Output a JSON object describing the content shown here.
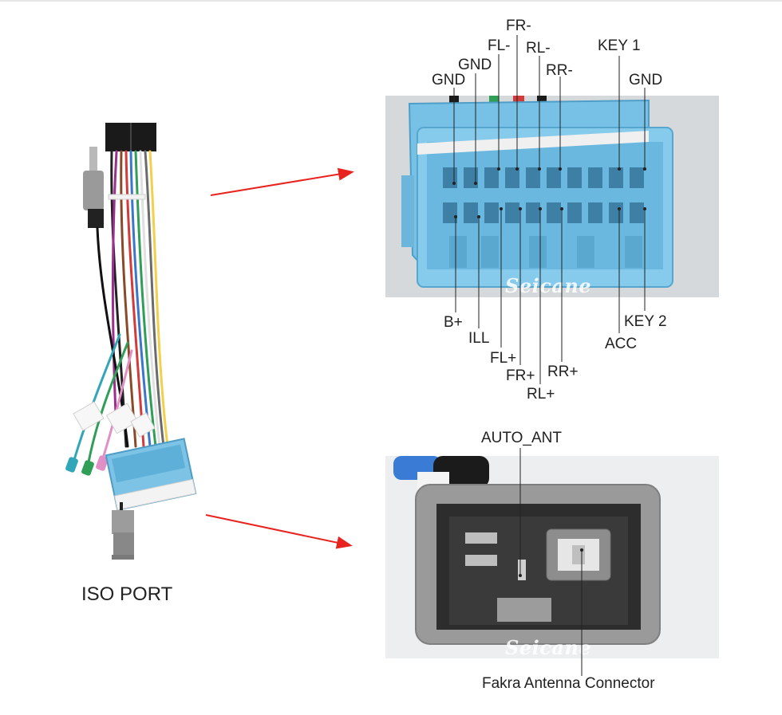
{
  "harness": {
    "caption": "ISO PORT"
  },
  "connector_top": {
    "watermark": "Seicane",
    "labels_top": [
      "GND",
      "GND",
      "FL-",
      "FR-",
      "RL-",
      "RR-",
      "KEY 1",
      "GND"
    ],
    "labels_bottom": [
      "B+",
      "ILL",
      "FL+",
      "FR+",
      "RL+",
      "RR+",
      "ACC",
      "KEY 2"
    ]
  },
  "connector_bottom": {
    "watermark": "Seicane",
    "label_top": "AUTO_ANT",
    "caption": "Fakra Antenna Connector"
  },
  "colors": {
    "arrow": "#e8231f",
    "connector_blue": "#7cc3e6",
    "connector_gray": "#8a8a8a"
  }
}
